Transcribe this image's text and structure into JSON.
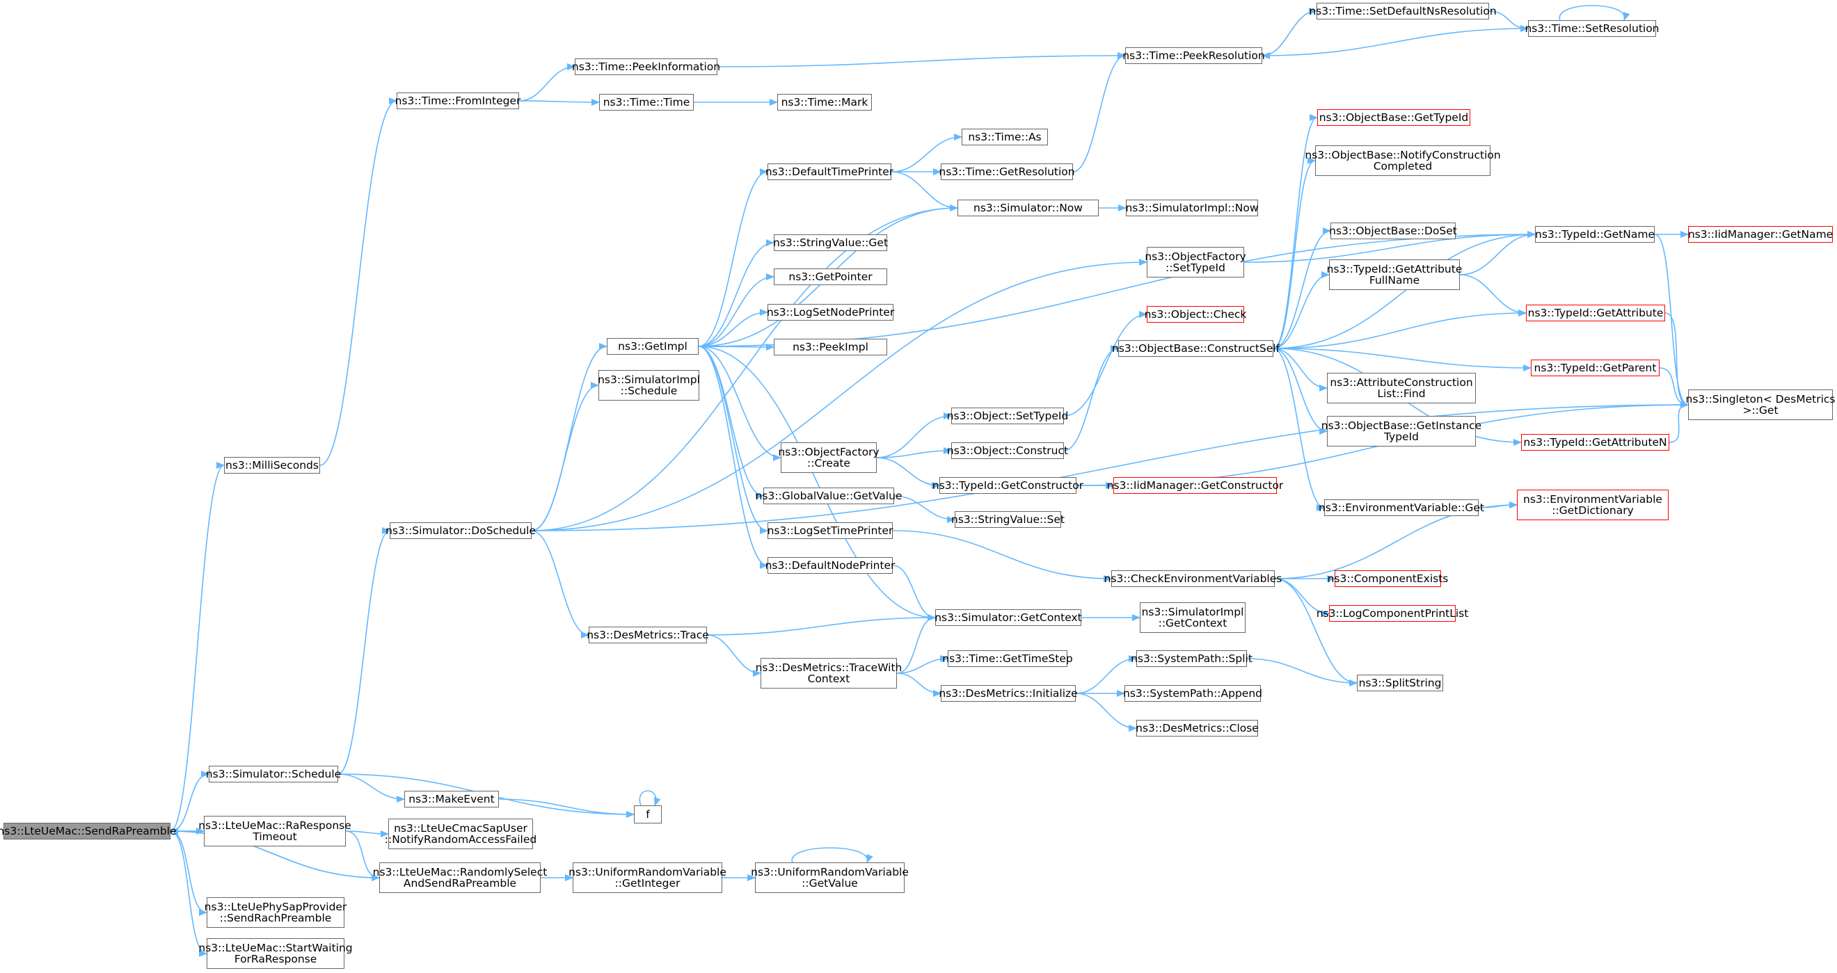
{
  "graph": {
    "edge_color": "#63b8ff",
    "node_border_color": "#666666",
    "truncated_border_color": "#ff0000",
    "root_fill_color": "#999999",
    "nodes": {
      "sendra": [
        "ns3::LteUeMac::SendRaPreamble"
      ],
      "milli": [
        "ns3::MilliSeconds"
      ],
      "fromint": [
        "ns3::Time::FromInteger"
      ],
      "peekinfo": [
        "ns3::Time::PeekInformation"
      ],
      "timetime": [
        "ns3::Time::Time"
      ],
      "mark": [
        "ns3::Time::Mark"
      ],
      "peekres": [
        "ns3::Time::PeekResolution"
      ],
      "setdefres": [
        "ns3::Time::SetDefaultNsResolution"
      ],
      "setres": [
        "ns3::Time::SetResolution"
      ],
      "timeas": [
        "ns3::Time::As"
      ],
      "defprinter": [
        "ns3::DefaultTimePrinter"
      ],
      "getres": [
        "ns3::Time::GetResolution"
      ],
      "simnow": [
        "ns3::Simulator::Now"
      ],
      "simimplnow": [
        "ns3::SimulatorImpl::Now"
      ],
      "strget": [
        "ns3::StringValue::Get"
      ],
      "getptr": [
        "ns3::GetPointer"
      ],
      "logsetnode": [
        "ns3::LogSetNodePrinter"
      ],
      "peekimpl": [
        "ns3::PeekImpl"
      ],
      "getimpl": [
        "ns3::GetImpl"
      ],
      "simimplsched": [
        "ns3::SimulatorImpl",
        "::Schedule"
      ],
      "objfaccreate": [
        "ns3::ObjectFactory",
        "::Create"
      ],
      "globalget": [
        "ns3::GlobalValue::GetValue"
      ],
      "logsettime": [
        "ns3::LogSetTimePrinter"
      ],
      "defnode": [
        "ns3::DefaultNodePrinter"
      ],
      "dosched": [
        "ns3::Simulator::DoSchedule"
      ],
      "destrace": [
        "ns3::DesMetrics::Trace"
      ],
      "destracewith": [
        "ns3::DesMetrics::TraceWith",
        "Context"
      ],
      "simsched": [
        "ns3::Simulator::Schedule"
      ],
      "makeevent": [
        "ns3::MakeEvent"
      ],
      "f": [
        "f"
      ],
      "raresp": [
        "ns3::LteUeMac::RaResponse",
        "Timeout"
      ],
      "notifyra": [
        "ns3::LteUeCmacSapUser",
        "::NotifyRandomAccessFailed"
      ],
      "randsel": [
        "ns3::LteUeMac::RandomlySelect",
        "AndSendRaPreamble"
      ],
      "uniint": [
        "ns3::UniformRandomVariable",
        "::GetInteger"
      ],
      "unival": [
        "ns3::UniformRandomVariable",
        "::GetValue"
      ],
      "sendrach": [
        "ns3::LteUePhySapProvider",
        "::SendRachPreamble"
      ],
      "startwait": [
        "ns3::LteUeMac::StartWaiting",
        "ForRaResponse"
      ],
      "objfacset": [
        "ns3::ObjectFactory",
        "::SetTypeId"
      ],
      "objsettype": [
        "ns3::Object::SetTypeId"
      ],
      "objconstruct": [
        "ns3::Object::Construct"
      ],
      "getctor": [
        "ns3::TypeId::GetConstructor"
      ],
      "iidgetctor": [
        "ns3::IidManager::GetConstructor"
      ],
      "strset": [
        "ns3::StringValue::Set"
      ],
      "simgetctx": [
        "ns3::Simulator::GetContext"
      ],
      "simimplgetctx": [
        "ns3::SimulatorImpl",
        "::GetContext"
      ],
      "gettimestep": [
        "ns3::Time::GetTimeStep"
      ],
      "desinit": [
        "ns3::DesMetrics::Initialize"
      ],
      "syssplit": [
        "ns3::SystemPath::Split"
      ],
      "sysappend": [
        "ns3::SystemPath::Append"
      ],
      "desclose": [
        "ns3::DesMetrics::Close"
      ],
      "splitstr": [
        "ns3::SplitString"
      ],
      "checkenv": [
        "ns3::CheckEnvironmentVariables"
      ],
      "compexists": [
        "ns3::ComponentExists"
      ],
      "logcompprint": [
        "ns3::LogComponentPrintList"
      ],
      "objcheck": [
        "ns3::Object::Check"
      ],
      "constructself": [
        "ns3::ObjectBase::ConstructSelf"
      ],
      "envget": [
        "ns3::EnvironmentVariable::Get"
      ],
      "envdict": [
        "ns3::EnvironmentVariable",
        "::GetDictionary"
      ],
      "obgettype": [
        "ns3::ObjectBase::GetTypeId"
      ],
      "obnotify": [
        "ns3::ObjectBase::NotifyConstruction",
        "Completed"
      ],
      "obdoset": [
        "ns3::ObjectBase::DoSet"
      ],
      "getattrfull": [
        "ns3::TypeId::GetAttribute",
        "FullName"
      ],
      "attrfind": [
        "ns3::AttributeConstruction",
        "List::Find"
      ],
      "obgetinst": [
        "ns3::ObjectBase::GetInstance",
        "TypeId"
      ],
      "typegetname": [
        "ns3::TypeId::GetName"
      ],
      "iidgetname": [
        "ns3::IidManager::GetName"
      ],
      "getattr": [
        "ns3::TypeId::GetAttribute"
      ],
      "getparent": [
        "ns3::TypeId::GetParent"
      ],
      "getattrn": [
        "ns3::TypeId::GetAttributeN"
      ],
      "singleton": [
        "ns3::Singleton< DesMetrics",
        " >::Get"
      ]
    }
  }
}
